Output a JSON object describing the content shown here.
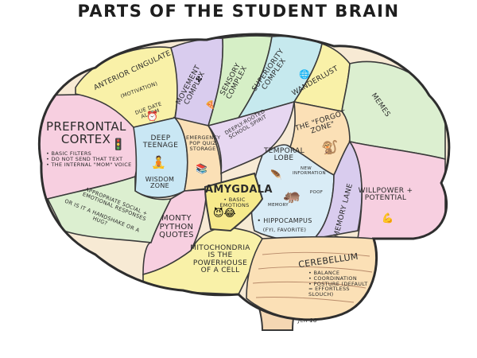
{
  "title": "PARTS OF THE STUDENT BRAIN",
  "regions": {
    "prefrontal": {
      "title": "PREFRONTAL CORTEX",
      "bullets": [
        "• BASIC FILTERS",
        "• DO NOT SEND THAT TEXT",
        "• THE INTERNAL \"MOM\" VOICE"
      ],
      "color": "#f7cfe0"
    },
    "anterior_cingulate": {
      "title": "ANTERIOR CINGULATE",
      "sub": "(MOTIVATION)",
      "note": "DUE DATE ALARM",
      "color": "#f9f1a8"
    },
    "movement": {
      "title": "MOVEMENT COMPLEX",
      "color": "#d9ccee"
    },
    "sensory": {
      "title": "SENSORY COMPLEX",
      "color": "#d6efc6"
    },
    "superiority": {
      "title": "SUPERIORITY COMPLEX",
      "color": "#c6e9ee"
    },
    "wanderlust": {
      "title": "WANDERLUST",
      "color": "#f9f1a8"
    },
    "memes": {
      "title": "MEMES",
      "color": "#dcefd0"
    },
    "deep_teenage": {
      "title": "DEEP TEENAGE",
      "sub": "WISDOM ZONE",
      "color": "#c9e7f4"
    },
    "emergency": {
      "title": "EMERGENCY POP QUIZ STORAGE",
      "color": "#fbe0b6"
    },
    "school_spirit": {
      "title": "DEEPLY-ROOTED SCHOOL SPIRIT",
      "color": "#e7d7f1"
    },
    "forgot_zone": {
      "title": "THE \"FORGOT ZONE\"",
      "color": "#fbe0b6"
    },
    "temporal": {
      "title": "TEMPORAL LOBE",
      "note1": "NEW INFORMATION",
      "note2": "MEMORY",
      "note3": "POOF",
      "color": "#d9ecf6"
    },
    "amygdala": {
      "title": "AMYGDALA",
      "sub": "• BASIC EMOTIONS",
      "color": "#f7ea8c"
    },
    "hippocampus": {
      "title": "• HIPPOCAMPUS",
      "sub": "(FYI, FAVORITE)"
    },
    "social": {
      "title": "APPROPRIATE SOCIAL + EMOTIONAL RESPONSES",
      "sub": "OR IS IT A HANDSHAKE OR A HUG?",
      "color": "#dcefd0"
    },
    "monty": {
      "title": "MONTY PYTHON QUOTES",
      "color": "#f7cfe0"
    },
    "mitochondria": {
      "title": "MITOCHONDRIA IS THE POWERHOUSE OF A CELL",
      "color": "#f9f1a8"
    },
    "memory_lane": {
      "title": "MEMORY LANE",
      "color": "#d9ccee"
    },
    "willpower": {
      "title": "WILLPOWER + POTENTIAL",
      "color": "#f7cfe0"
    },
    "cerebellum": {
      "title": "CEREBELLUM",
      "bullets": [
        "• BALANCE",
        "• COORDINATION",
        "• POSTURE (DEFAULT = EFFORTLESS SLOUCH)"
      ],
      "color": "#fbe0b6"
    }
  },
  "brainstem_color": "#f4d7b3",
  "outline_color": "#3a3a3a",
  "icons": {
    "alarm": "alarm-clock-icon",
    "traffic_light": "traffic-light-icon",
    "meditation": "meditating-person-icon",
    "spinner": "fidget-spinner-icon",
    "pizza": "pizza-icon",
    "globe": "globe-icon",
    "monkey": "monkey-with-phone-icon",
    "feather": "feather-icon",
    "hippo": "hippo-icon",
    "emoji": "emoji-faces-icon",
    "books": "book-stack-icon",
    "bicep": "flexed-arm-icon"
  },
  "signature": "Jen 18"
}
